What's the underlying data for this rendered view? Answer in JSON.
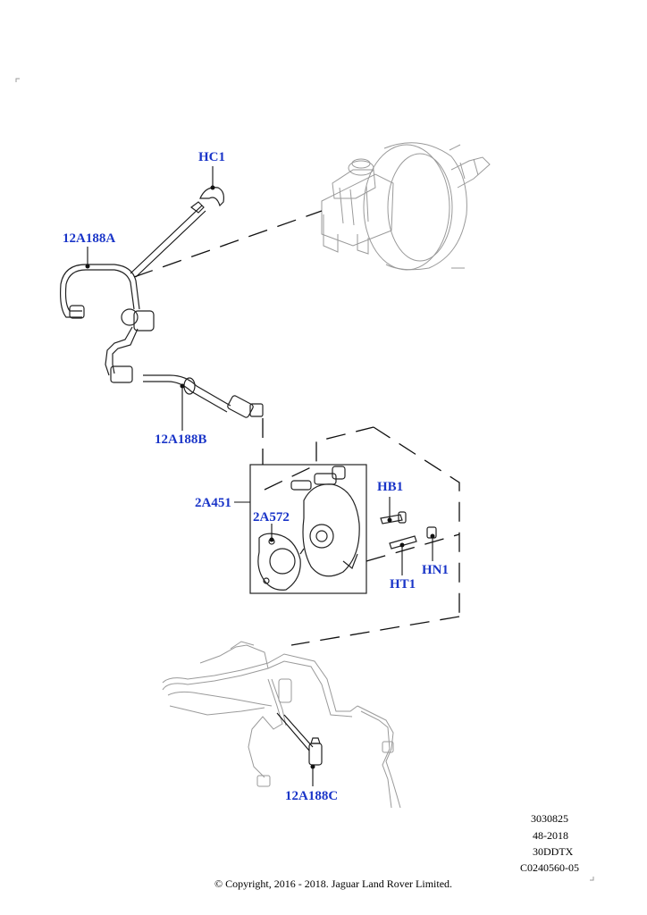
{
  "callouts": {
    "hc1": "HC1",
    "a12a188a": "12A188A",
    "a12a188b": "12A188B",
    "a2a451": "2A451",
    "a2a572": "2A572",
    "hb1": "HB1",
    "ht1": "HT1",
    "hn1": "HN1",
    "a12a188c": "12A188C"
  },
  "reference": {
    "line1": "3030825",
    "line2": "48-2018",
    "line3": "30DDTX",
    "line4": "C0240560-05"
  },
  "copyright": "© Copyright, 2016 - 2018. Jaguar Land Rover Limited.",
  "colors": {
    "callout": "#1a35c8",
    "linework": "#222222",
    "ghost": "#9a9a9a"
  }
}
